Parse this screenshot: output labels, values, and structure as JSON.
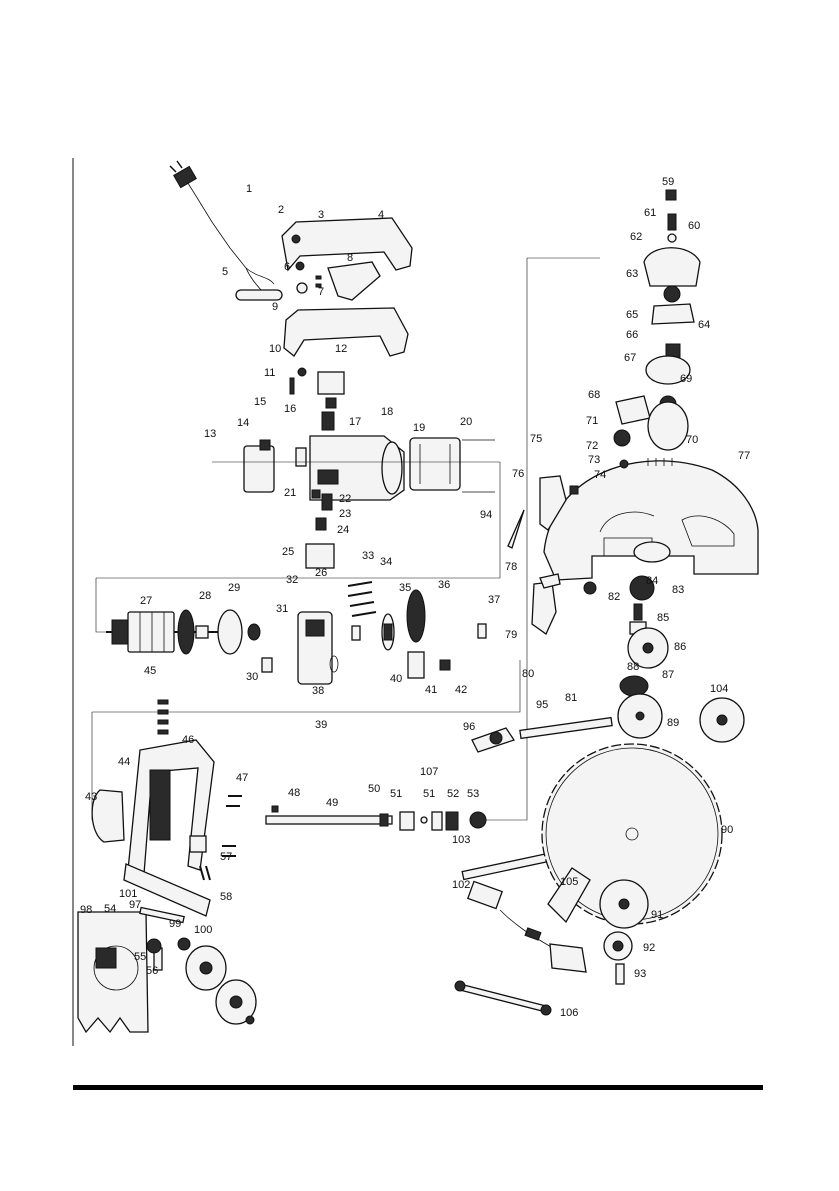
{
  "diagram": {
    "labels": {
      "p1": "1",
      "p2": "2",
      "p3": "3",
      "p4": "4",
      "p5": "5",
      "p6": "6",
      "p7": "7",
      "p8": "8",
      "p9": "9",
      "p10": "10",
      "p11": "11",
      "p12": "12",
      "p13": "13",
      "p14": "14",
      "p15": "15",
      "p16": "16",
      "p17": "17",
      "p18": "18",
      "p19": "19",
      "p20": "20",
      "p21": "21",
      "p22": "22",
      "p23": "23",
      "p24": "24",
      "p25": "25",
      "p26": "26",
      "p27": "27",
      "p28": "28",
      "p29": "29",
      "p30": "30",
      "p31": "31",
      "p32": "32",
      "p33": "33",
      "p34": "34",
      "p35": "35",
      "p36": "36",
      "p37": "37",
      "p38": "38",
      "p39": "39",
      "p40": "40",
      "p41": "41",
      "p42": "42",
      "p43": "43",
      "p44": "44",
      "p45": "45",
      "p46": "46",
      "p47": "47",
      "p48": "48",
      "p49": "49",
      "p50": "50",
      "p51a": "51",
      "p51b": "51",
      "p52": "52",
      "p53": "53",
      "p54": "54",
      "p55": "55",
      "p56": "56",
      "p57": "57",
      "p58": "58",
      "p59": "59",
      "p60": "60",
      "p61": "61",
      "p62": "62",
      "p63": "63",
      "p64": "64",
      "p65": "65",
      "p66": "66",
      "p67": "67",
      "p68": "68",
      "p69": "69",
      "p70": "70",
      "p71": "71",
      "p72": "72",
      "p73": "73",
      "p74": "74",
      "p75": "75",
      "p76": "76",
      "p77": "77",
      "p78": "78",
      "p79": "79",
      "p80": "80",
      "p81": "81",
      "p82": "82",
      "p83": "83",
      "p84": "84",
      "p85": "85",
      "p86": "86",
      "p87": "87",
      "p88": "88",
      "p89": "89",
      "p90": "90",
      "p91": "91",
      "p92": "92",
      "p93": "93",
      "p94": "94",
      "p95": "95",
      "p96": "96",
      "p97": "97",
      "p98": "98",
      "p99": "99",
      "p100": "100",
      "p101": "101",
      "p102": "102",
      "p103": "103",
      "p104": "104",
      "p105": "105",
      "p106": "106",
      "p107": "107"
    }
  }
}
